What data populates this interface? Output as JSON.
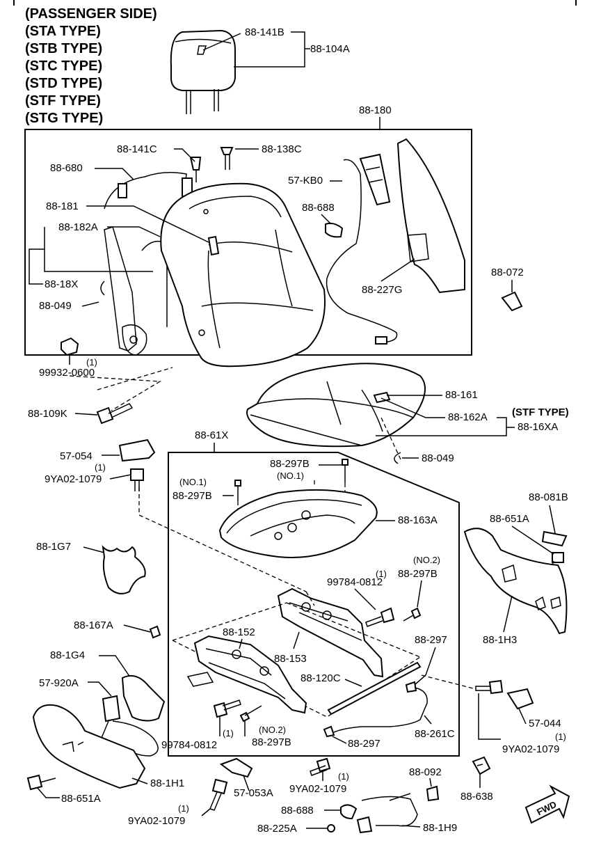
{
  "header": {
    "lines": [
      "(PASSENGER SIDE)",
      "(STA TYPE)",
      "(STB TYPE)",
      "(STC TYPE)",
      "(STD TYPE)",
      "(STF TYPE)",
      "(STG TYPE)"
    ]
  },
  "callouts": {
    "c_88_141B": "88-141B",
    "c_88_104A": "88-104A",
    "c_88_180": "88-180",
    "c_88_141C": "88-141C",
    "c_88_138C": "88-138C",
    "c_88_680": "88-680",
    "c_57_KB0": "57-KB0",
    "c_88_181": "88-181",
    "c_88_688_top": "88-688",
    "c_88_182A": "88-182A",
    "c_88_18X": "88-18X",
    "c_88_049_top": "88-049",
    "c_88_227G": "88-227G",
    "c_88_072": "88-072",
    "c_99932_qty": "(1)",
    "c_99932": "99932-0600",
    "c_88_161": "88-161",
    "c_88_109K": "88-109K",
    "c_88_162A": "88-162A",
    "c_stf_type": "(STF TYPE)",
    "c_88_16XA": "88-16XA",
    "c_88_61X": "88-61X",
    "c_57_054": "57-054",
    "c_88_049_mid": "88-049",
    "c_9YA02_a_qty": "(1)",
    "c_9YA02_a": "9YA02-1079",
    "c_88_297B_top": "88-297B",
    "c_no1_a": "(NO.1)",
    "c_no1_b": "(NO.1)",
    "c_88_297B_left": "88-297B",
    "c_88_081B": "88-081B",
    "c_88_163A": "88-163A",
    "c_88_651A_right": "88-651A",
    "c_88_1G7": "88-1G7",
    "c_99784_a_qty": "(1)",
    "c_99784_a": "99784-0812",
    "c_no2_a": "(NO.2)",
    "c_88_297B_right": "88-297B",
    "c_88_1H3": "88-1H3",
    "c_88_167A": "88-167A",
    "c_88_152": "88-152",
    "c_88_297": "88-297",
    "c_88_153": "88-153",
    "c_88_1G4": "88-1G4",
    "c_88_120C": "88-120C",
    "c_57_920A": "57-920A",
    "c_57_044": "57-044",
    "c_9YA02_b_qty": "(1)",
    "c_9YA02_b": "9YA02-1079",
    "c_88_261C": "88-261C",
    "c_99784_b": "99784-0812",
    "c_99784_b_qty": "(1)",
    "c_no2_b": "(NO.2)",
    "c_88_297B_bottom": "88-297B",
    "c_88_297_bottom": "88-297",
    "c_88_1H1": "88-1H1",
    "c_88_651A_left": "88-651A",
    "c_88_092": "88-092",
    "c_9YA02_c_qty": "(1)",
    "c_9YA02_c": "9YA02-1079",
    "c_57_053A": "57-053A",
    "c_88_638": "88-638",
    "c_9YA02_d_qty": "(1)",
    "c_9YA02_d": "9YA02-1079",
    "c_88_688_bottom": "88-688",
    "c_88_225A": "88-225A",
    "c_88_1H9": "88-1H9",
    "c_fwd": "FWD"
  }
}
